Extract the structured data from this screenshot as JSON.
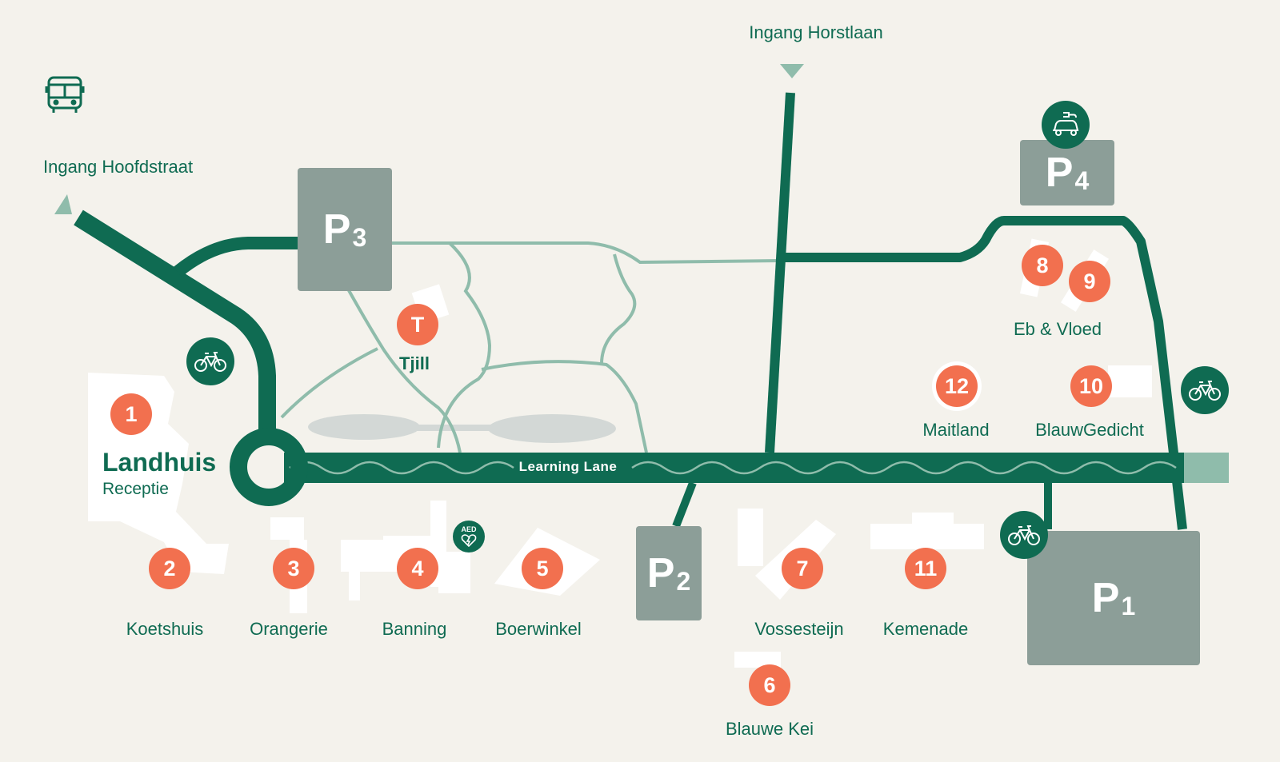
{
  "entrances": {
    "hoofdstraat": "Ingang Hoofdstraat",
    "horstlaan": "Ingang Horstlaan"
  },
  "lane": "Learning Lane",
  "landhuis": {
    "title": "Landhuis",
    "subtitle": "Receptie"
  },
  "parkings": [
    {
      "letter": "P",
      "num": "3"
    },
    {
      "letter": "P",
      "num": "4"
    },
    {
      "letter": "P",
      "num": "2"
    },
    {
      "letter": "P",
      "num": "1"
    }
  ],
  "locations": [
    {
      "num": "1",
      "name": ""
    },
    {
      "num": "2",
      "name": "Koetshuis"
    },
    {
      "num": "3",
      "name": "Orangerie"
    },
    {
      "num": "4",
      "name": "Banning"
    },
    {
      "num": "5",
      "name": "Boerwinkel"
    },
    {
      "num": "6",
      "name": "Blauwe Kei"
    },
    {
      "num": "7",
      "name": "Vossesteijn"
    },
    {
      "num": "8",
      "name": ""
    },
    {
      "num": "9",
      "name": ""
    },
    {
      "num": "10",
      "name": "BlauwGedicht"
    },
    {
      "num": "11",
      "name": "Kemenade"
    },
    {
      "num": "12",
      "name": "Maitland"
    },
    {
      "num": "T",
      "name": "Tjill"
    }
  ],
  "eb_vloed": "Eb & Vloed",
  "aed_label": "AED",
  "icons": {
    "bus": "bus-icon",
    "bike": "bicycle-icon",
    "ev": "electric-car-icon",
    "aed": "aed-heart-icon"
  },
  "colors": {
    "background": "#f4f2ec",
    "road": "#0f6b52",
    "path": "#8fbcab",
    "parking": "#8c9e98",
    "marker": "#f2704f"
  }
}
